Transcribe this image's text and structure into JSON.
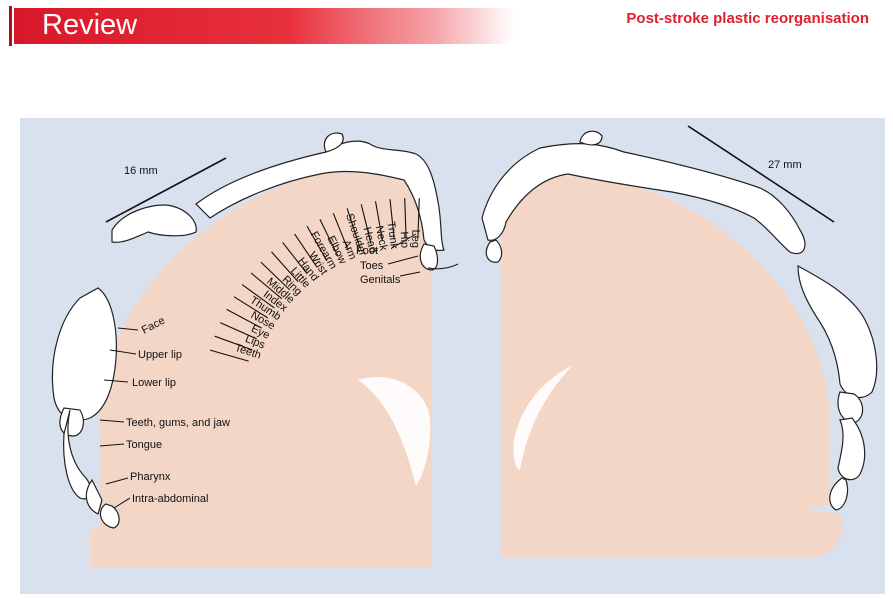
{
  "header": {
    "section_label": "Review",
    "running_head": "Post-stroke plastic reorganisation"
  },
  "figure": {
    "left_scale": "16 mm",
    "right_scale": "27 mm",
    "arc_labels": [
      "Teeth",
      "Lips",
      "Eye",
      "Nose",
      "Thumb",
      "Index",
      "Middle",
      "Ring",
      "Little",
      "Hand",
      "Wrist",
      "Forearm",
      "Elbow",
      "Arm",
      "Shoulder",
      "Head",
      "Neck",
      "Trunk",
      "Hip",
      "Leg"
    ],
    "side_labels": [
      "Face",
      "Upper lip",
      "Lower lip",
      "Teeth, gums, and jaw",
      "Tongue",
      "Pharynx",
      "Intra-abdominal"
    ],
    "medial_labels": [
      "Foot",
      "Toes",
      "Genitals"
    ]
  },
  "colors": {
    "cortex": "#f3d6c6",
    "background": "#d9e1ee",
    "header_red": "#d8182a"
  }
}
